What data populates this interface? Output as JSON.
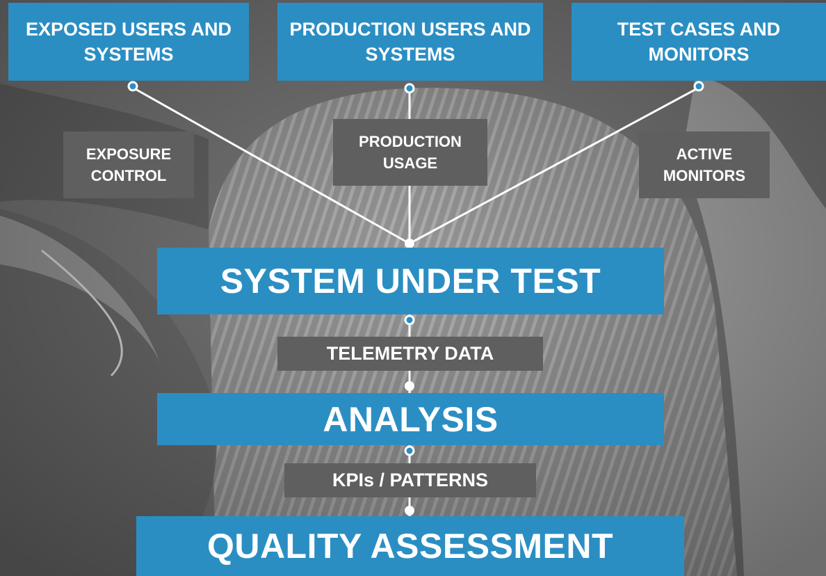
{
  "sources": [
    {
      "label": "EXPOSED USERS AND SYSTEMS"
    },
    {
      "label": "PRODUCTION USERS AND SYSTEMS"
    },
    {
      "label": "TEST CASES AND MONITORS"
    }
  ],
  "channels": [
    {
      "label": "EXPOSURE CONTROL"
    },
    {
      "label": "PRODUCTION USAGE"
    },
    {
      "label": "ACTIVE MONITORS"
    }
  ],
  "stages": [
    {
      "label": "SYSTEM UNDER TEST"
    },
    {
      "label": "ANALYSIS"
    },
    {
      "label": "QUALITY ASSESSMENT"
    }
  ],
  "flows": [
    {
      "label": "TELEMETRY DATA"
    },
    {
      "label": "KPIs / PATTERNS"
    }
  ],
  "colors": {
    "primary_box": "#2b8ec3",
    "secondary_box": "#5f5f5f",
    "connector": "#ffffff",
    "text": "#ffffff"
  }
}
